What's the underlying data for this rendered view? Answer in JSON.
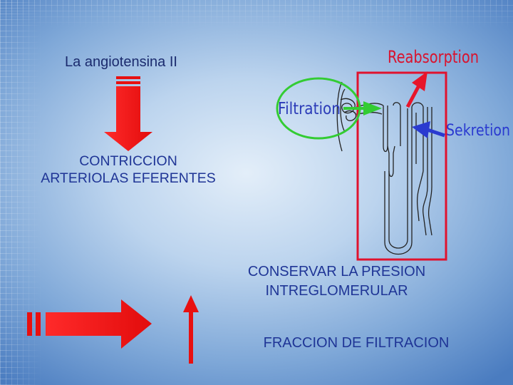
{
  "texts": {
    "title": "La angiotensina II",
    "contriccion_line1": "CONTRICCION",
    "contriccion_line2": "ARTERIOLAS EFERENTES",
    "conservar_line1": "CONSERVAR LA PRESION",
    "conservar_line2": "INTREGLOMERULAR",
    "fraccion": "FRACCION DE FILTRACION"
  },
  "diagram": {
    "labels": {
      "reabsorption": "Reabsorption",
      "filtration": "Filtration",
      "sekretion": "Sekretion"
    },
    "colors": {
      "arrow_red": "#ee1111",
      "reabsorption_label": "#d9132e",
      "filtration_circle": "#33cc33",
      "sekretion_arrow": "#2a3ad0",
      "box": "#e0122e"
    }
  }
}
